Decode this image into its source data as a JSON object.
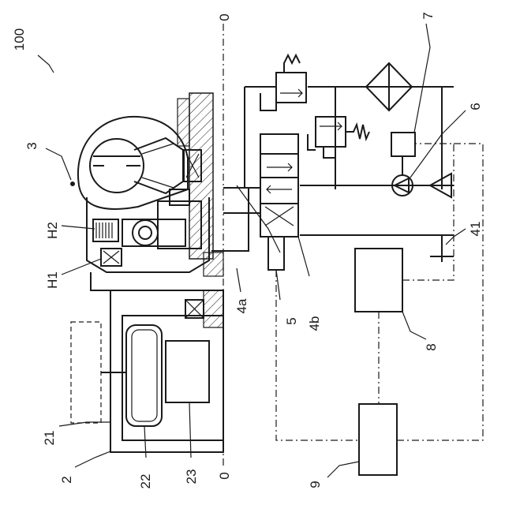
{
  "labels": {
    "l100": "100",
    "l3": "3",
    "lH2": "H2",
    "lH1": "H1",
    "l21": "21",
    "l2": "2",
    "l22": "22",
    "l23": "23",
    "l0top": "0",
    "l0bot": "0",
    "l4a": "4a",
    "l5": "5",
    "l4b": "4b",
    "l8": "8",
    "l9": "9",
    "l7": "7",
    "l6": "6",
    "l41": "41"
  }
}
